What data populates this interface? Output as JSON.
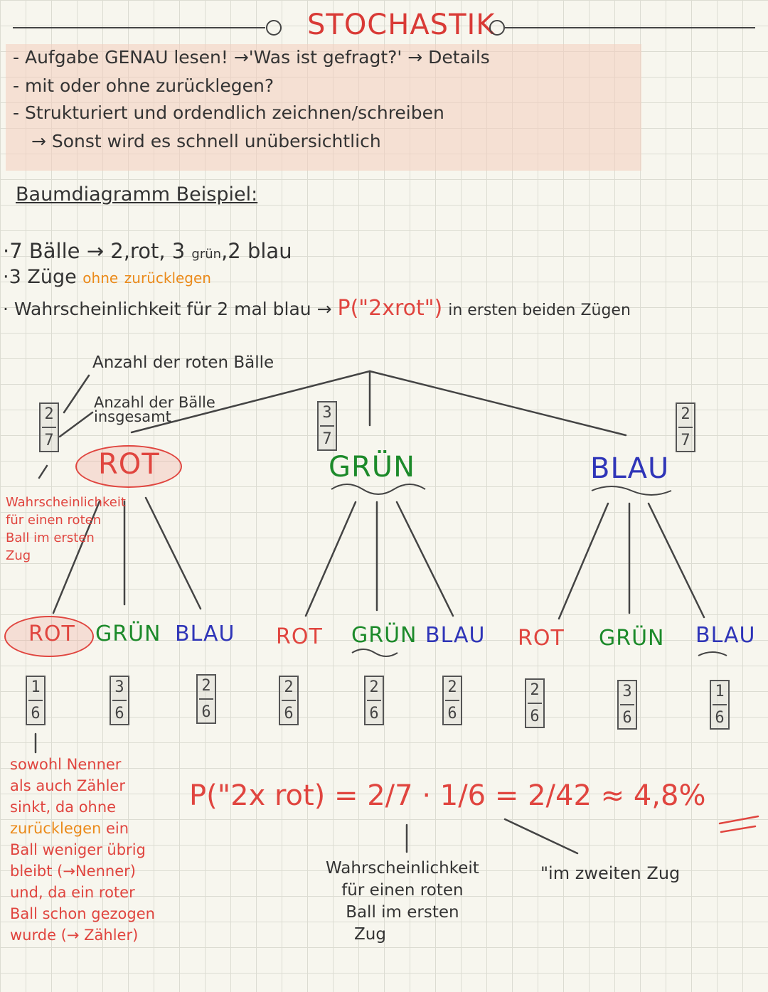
{
  "header": {
    "title": "STOCHASTIK"
  },
  "tips": {
    "line1": "- Aufgabe GENAU lesen! →'Was ist gefragt?' → Details",
    "line2": "- mit oder ohne zurücklegen?",
    "line3": "- Strukturiert und ordendlich zeichnen/schreiben",
    "line4": "→ Sonst wird es schnell unübersichtlich"
  },
  "section": {
    "heading": "Baumdiagramm Beispiel:"
  },
  "example": {
    "b1_prefix": "·7 Bälle → 2,rot, 3",
    "b1_gruen": "grün",
    "b1_suffix": ",2 blau",
    "b2_prefix": "·3 Züge",
    "b2_ohne": "ohne",
    "b2_zur": "zurücklegen",
    "b3_prefix": "· Wahrscheinlichkeit für 2 mal blau →",
    "b3_p": "P(\"2xrot\")",
    "b3_suffix": "in ersten beiden Zügen"
  },
  "labels": {
    "anzahl_rot": "Anzahl der roten Bälle",
    "anzahl_gesamt_1": "Anzahl der Bälle",
    "anzahl_gesamt_2": "insgesamt",
    "wahr_1": "Wahrscheinlichkeit",
    "wahr_2": "für einen roten",
    "wahr_3": "Ball im ersten",
    "wahr_4": "Zug"
  },
  "tree": {
    "level1": [
      {
        "label": "ROT",
        "num": "2",
        "den": "7"
      },
      {
        "label": "GRÜN",
        "num": "3",
        "den": "7"
      },
      {
        "label": "BLAU",
        "num": "2",
        "den": "7"
      }
    ],
    "level2": [
      {
        "label": "ROT",
        "num": "1",
        "den": "6"
      },
      {
        "label": "GRÜN",
        "num": "3",
        "den": "6"
      },
      {
        "label": "BLAU",
        "num": "2",
        "den": "6"
      },
      {
        "label": "ROT",
        "num": "2",
        "den": "6"
      },
      {
        "label": "GRÜN",
        "num": "2",
        "den": "6"
      },
      {
        "label": "BLAU",
        "num": "2",
        "den": "6"
      },
      {
        "label": "ROT",
        "num": "2",
        "den": "6"
      },
      {
        "label": "GRÜN",
        "num": "3",
        "den": "6"
      },
      {
        "label": "BLAU",
        "num": "1",
        "den": "6"
      }
    ]
  },
  "notes": {
    "n1": "sowohl Nenner",
    "n2": "als auch Zähler",
    "n3": "sinkt, da ohne",
    "n4": "zurücklegen",
    "n4b": "ein",
    "n5": "Ball weniger übrig",
    "n6": "bleibt (→Nenner)",
    "n7": "und, da ein roter",
    "n8": "Ball schon gezogen",
    "n9": "wurde (→ Zähler)"
  },
  "result": {
    "formula": "P(\"2x rot) = 2/7 · 1/6 = 2/42 ≈ 4,8%",
    "expl_1": "Wahrscheinlichkeit",
    "expl_2": "für einen roten",
    "expl_3": "Ball im ersten",
    "expl_4": "Zug",
    "second": "\"im zweiten Zug"
  }
}
